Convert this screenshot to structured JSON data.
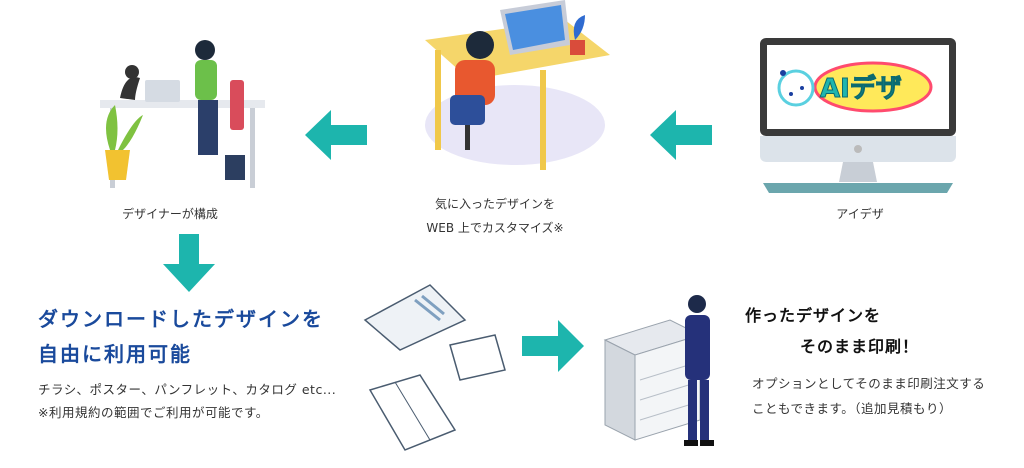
{
  "steps": {
    "designer_label": "デザイナーが構成",
    "customize_label_line1": "気に入ったデザインを",
    "customize_label_line2": "WEB 上でカスタマイズ※",
    "aidesa_label": "アイデザ",
    "logo_text": "AIデザ"
  },
  "download": {
    "heading_line1": "ダウンロードしたデザインを",
    "heading_line2": "自由に利用可能",
    "body_line1": "チラシ、ポスター、パンフレット、カタログ etc...",
    "body_line2": "※利用規約の範囲でご利用が可能です。"
  },
  "print": {
    "heading_line1": "作ったデザインを",
    "heading_line2": "そのまま印刷！",
    "body_line1": "オプションとしてそのまま印刷注文する",
    "body_line2": "こともできます。（追加見積もり）"
  },
  "colors": {
    "accent": "#1db5ad",
    "heading_blue": "#1a4a9c"
  }
}
